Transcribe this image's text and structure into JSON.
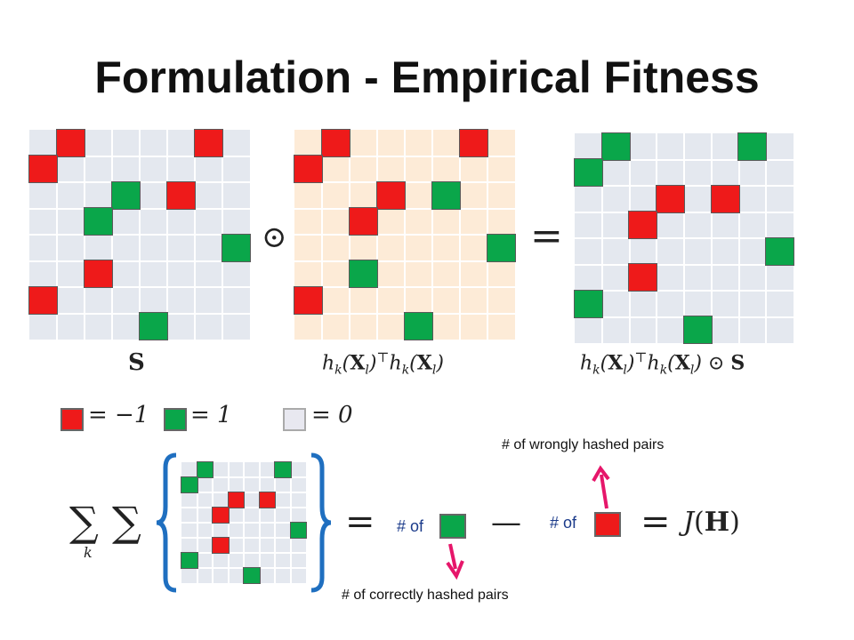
{
  "title": "Formulation - Empirical Fitness",
  "matrices": [
    {
      "label": "S",
      "bg": "#e4e8ef",
      "cells": [
        {
          "r": 0,
          "c": 1,
          "color": "red"
        },
        {
          "r": 0,
          "c": 6,
          "color": "red"
        },
        {
          "r": 1,
          "c": 0,
          "color": "red"
        },
        {
          "r": 2,
          "c": 3,
          "color": "green"
        },
        {
          "r": 2,
          "c": 5,
          "color": "red"
        },
        {
          "r": 3,
          "c": 2,
          "color": "green"
        },
        {
          "r": 4,
          "c": 7,
          "color": "green"
        },
        {
          "r": 5,
          "c": 2,
          "color": "red"
        },
        {
          "r": 6,
          "c": 0,
          "color": "red"
        },
        {
          "r": 7,
          "c": 4,
          "color": "green"
        }
      ]
    },
    {
      "label": "h_k(X_l)^T h_k(X_l)",
      "bg": "#fdebd7",
      "cells": [
        {
          "r": 0,
          "c": 1,
          "color": "red"
        },
        {
          "r": 0,
          "c": 6,
          "color": "red"
        },
        {
          "r": 1,
          "c": 0,
          "color": "red"
        },
        {
          "r": 2,
          "c": 3,
          "color": "red"
        },
        {
          "r": 2,
          "c": 5,
          "color": "green"
        },
        {
          "r": 3,
          "c": 2,
          "color": "red"
        },
        {
          "r": 4,
          "c": 7,
          "color": "green"
        },
        {
          "r": 5,
          "c": 2,
          "color": "green"
        },
        {
          "r": 6,
          "c": 0,
          "color": "red"
        },
        {
          "r": 7,
          "c": 4,
          "color": "green"
        }
      ]
    },
    {
      "label": "h_k(X_l)^T h_k(X_l) ⊙ S",
      "bg": "#e4e8ef",
      "cells": [
        {
          "r": 0,
          "c": 1,
          "color": "green"
        },
        {
          "r": 0,
          "c": 6,
          "color": "green"
        },
        {
          "r": 1,
          "c": 0,
          "color": "green"
        },
        {
          "r": 2,
          "c": 3,
          "color": "red"
        },
        {
          "r": 2,
          "c": 5,
          "color": "red"
        },
        {
          "r": 3,
          "c": 2,
          "color": "red"
        },
        {
          "r": 4,
          "c": 7,
          "color": "green"
        },
        {
          "r": 5,
          "c": 2,
          "color": "red"
        },
        {
          "r": 6,
          "c": 0,
          "color": "green"
        },
        {
          "r": 7,
          "c": 4,
          "color": "green"
        }
      ]
    },
    {
      "label": "",
      "bg": "#e4e8ef",
      "cells": [
        {
          "r": 0,
          "c": 1,
          "color": "green"
        },
        {
          "r": 0,
          "c": 6,
          "color": "green"
        },
        {
          "r": 1,
          "c": 0,
          "color": "green"
        },
        {
          "r": 2,
          "c": 3,
          "color": "red"
        },
        {
          "r": 2,
          "c": 5,
          "color": "red"
        },
        {
          "r": 3,
          "c": 2,
          "color": "red"
        },
        {
          "r": 4,
          "c": 7,
          "color": "green"
        },
        {
          "r": 5,
          "c": 2,
          "color": "red"
        },
        {
          "r": 6,
          "c": 0,
          "color": "green"
        },
        {
          "r": 7,
          "c": 4,
          "color": "green"
        }
      ]
    }
  ],
  "operators": {
    "hadamard": "⊙",
    "equals": "="
  },
  "legend": [
    {
      "color": "red",
      "text": "= −1"
    },
    {
      "color": "green",
      "text": "= 1"
    },
    {
      "color": "empty",
      "text": "= 0"
    }
  ],
  "formula": {
    "sum_sub": "k",
    "equals1": "=",
    "of_green": "# of",
    "minus": "—",
    "of_red": "# of",
    "equals2": "=",
    "result_J": "J",
    "result_H": "H"
  },
  "annotations": {
    "wrongly": "# of wrongly hashed pairs",
    "correctly": "# of correctly hashed pairs"
  },
  "colors": {
    "red": "#ee1a1a",
    "green": "#0aa64a",
    "arrow": "#e6166a",
    "brace": "#1f6fc0",
    "grid_blue": "#e4e8ef",
    "grid_peach": "#fdebd7"
  }
}
